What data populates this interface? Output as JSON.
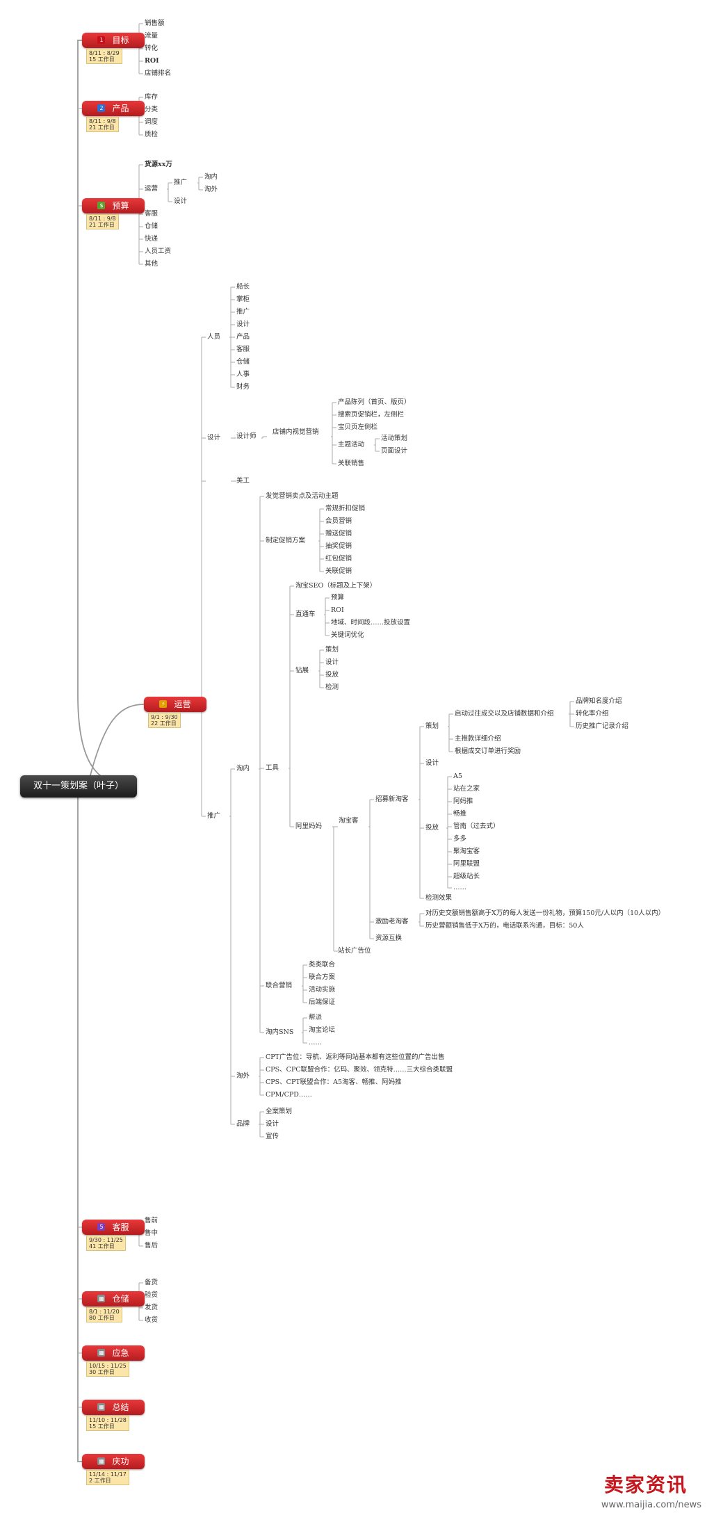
{
  "root": {
    "label": "双十一策划案（叶子）"
  },
  "nodes": [
    {
      "icon": "1",
      "icon_color": "#c8101b",
      "label": "目标",
      "date": "8/11 : 8/29",
      "days": "15 工作日"
    },
    {
      "icon": "2",
      "icon_color": "#2a6fd1",
      "label": "产品",
      "date": "8/11 : 9/8",
      "days": "21 工作日"
    },
    {
      "icon": "$",
      "icon_color": "#5ba331",
      "label": "预算",
      "date": "8/11 : 9/8",
      "days": "21 工作日"
    },
    {
      "icon": "⚡",
      "icon_color": "#e0a000",
      "label": "运营",
      "date": "9/1 : 9/30",
      "days": "22 工作日"
    },
    {
      "icon": "5",
      "icon_color": "#7a3fc0",
      "label": "客服",
      "date": "9/30 : 11/25",
      "days": "41 工作日"
    },
    {
      "icon": "▦",
      "icon_color": "#8a8a8a",
      "label": "仓储",
      "date": "8/1 : 11/20",
      "days": "80 工作日"
    },
    {
      "icon": "▦",
      "icon_color": "#8a8a8a",
      "label": "应急",
      "date": "10/15 : 11/25",
      "days": "30 工作日"
    },
    {
      "icon": "▦",
      "icon_color": "#8a8a8a",
      "label": "总结",
      "date": "11/10 : 11/28",
      "days": "15 工作日"
    },
    {
      "icon": "▦",
      "icon_color": "#8a8a8a",
      "label": "庆功",
      "date": "11/14 : 11/17",
      "days": "2 工作日"
    }
  ],
  "texts": [
    "销售额",
    "流量",
    "转化",
    "ROI",
    "店铺排名",
    "库存",
    "分类",
    "调度",
    "质检",
    "货源xx万",
    "运营",
    "推广",
    "淘内",
    "淘外",
    "设计",
    "客服",
    "仓储",
    "快递",
    "人员工资",
    "其他",
    "人员",
    "船长",
    "掌柜",
    "推广",
    "设计",
    "产品",
    "客服",
    "仓储",
    "人事",
    "财务",
    "设计",
    "设计师",
    "店铺内视觉营销",
    "产品陈列（首页、版页）",
    "搜索页促销栏，左侧栏",
    "宝贝页左侧栏",
    "主题活动",
    "活动策划",
    "页面设计",
    "关联销售",
    "美工",
    "发觉营销卖点及活动主题",
    "制定促销方案",
    "常规折扣促销",
    "会员营销",
    "赠送促销",
    "抽奖促销",
    "红包促销",
    "关联促销",
    "淘宝SEO（标题及上下架）",
    "直通车",
    "预算",
    "ROI",
    "地域、时间段……投放设置",
    "关键词优化",
    "钻展",
    "策划",
    "设计",
    "投放",
    "检测",
    "推广",
    "淘内",
    "工具",
    "策划",
    "启动过往成交以及店铺数据和介绍",
    "品牌知名度介绍",
    "转化率介绍",
    "历史推广记录介绍",
    "主推款详细介绍",
    "根据成交订单进行奖励",
    "设计",
    "阿里妈妈",
    "淘宝客",
    "招募新淘客",
    "投放",
    "A5",
    "站在之家",
    "阿妈推",
    "畅推",
    "管南（过去式）",
    "多多",
    "聚淘宝客",
    "阿里联盟",
    "超级站长",
    "……",
    "检测效果",
    "激励老淘客",
    "对历史交额销售额高于X万的每人发送一份礼物，预算150元/人以内（10人以内）",
    "历史营额销售低于X万的，电话联系沟通，目标：50人",
    "资源互换",
    "站长广告位",
    "联合营销",
    "类类联合",
    "联合方案",
    "活动实施",
    "后端保证",
    "淘内SNS",
    "帮派",
    "淘宝论坛",
    "……",
    "淘外",
    "CPT广告位：导航、返利等网站基本都有这些位置的广告出售",
    "CPS、CPC联盟合作：亿玛、聚效、领克特……三大综合类联盟",
    "CPS、CPT联盟合作：A5淘客、畅推、阿妈推",
    "CPM/CPD……",
    "品牌",
    "全案策划",
    "设计",
    "宣传",
    "售前",
    "售中",
    "售后",
    "备货",
    "验货",
    "发货",
    "收货"
  ],
  "watermark": {
    "brand": "卖家资讯",
    "url": "www.maijia.com/news"
  }
}
